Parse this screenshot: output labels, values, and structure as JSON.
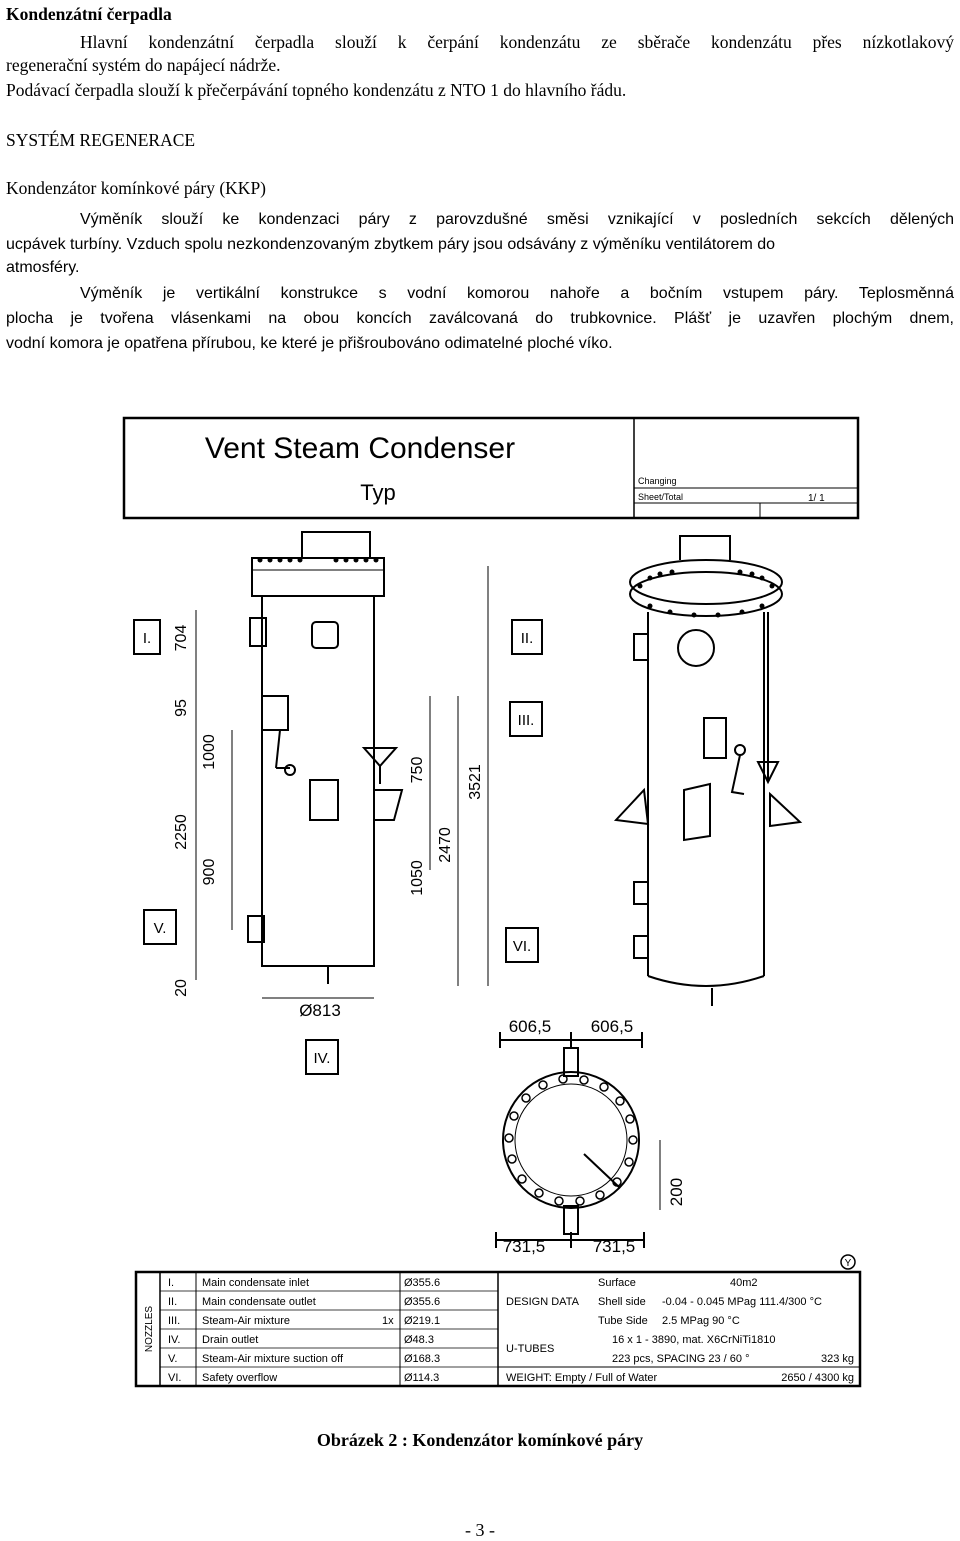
{
  "section1": {
    "heading": "Kondenzátní čerpadla",
    "p1_line1": "Hlavní kondenzátní čerpadla slouží k čerpání kondenzátu ze sběrače kondenzátu přes nízkotlakový",
    "p1_line2": "regenerační systém do napájecí nádrže.",
    "p2": "Podávací čerpadla slouží k přečerpávání topného kondenzátu z NTO 1 do hlavního řádu."
  },
  "section2": {
    "heading": "SYSTÉM REGENERACE",
    "subheading": "Kondenzátor komínkové páry (KKP)",
    "p1_line1": "Výměník slouží ke kondenzaci páry z parovzdušné směsi vznikající v posledních sekcích dělených",
    "p1_line2": "ucpávek turbíny.",
    "p1_rest1": "Vzduch spolu nezkondenzovaným zbytkem páry jsou odsávány z výměníku ventilátorem do",
    "p1_line3": "atmosféry.",
    "p2_line1": "Výměník je vertikální konstrukce s vodní komorou nahoře a bočním vstupem páry. Teplosměnná",
    "p2_line2": "plocha je tvořena vlásenkami na obou koncích zaválcovaná do trubkovnice. Plášť je uzavřen plochým dnem,",
    "p2_line3": "vodní komora je opatřena přírubou, ke které je přišroubováno odimatelné ploché víko."
  },
  "drawing": {
    "title": "Vent Steam Condenser",
    "subtitle": "Typ",
    "changing_label": "Changing",
    "sheet_label": "Sheet/Total",
    "sheet_value": "1/  1",
    "markers": [
      "I.",
      "II.",
      "III.",
      "IV.",
      "V.",
      "VI."
    ],
    "dims_left": [
      "704",
      "95",
      "1000",
      "2250",
      "900",
      "20"
    ],
    "dims_mid": [
      "750",
      "2470",
      "1050",
      "3521"
    ],
    "diameter": "Ø813",
    "top_dims": [
      "606,5",
      "606,5"
    ],
    "bottom_dims": [
      "731,5",
      "731,5"
    ],
    "side_dim": "200",
    "symbol": "Y",
    "nozzles_label": "NOZZLES",
    "nozzles": [
      {
        "id": "I.",
        "name": "Main condensate inlet",
        "qty": "",
        "size": "Ø355.6"
      },
      {
        "id": "II.",
        "name": "Main condensate outlet",
        "qty": "",
        "size": "Ø355.6"
      },
      {
        "id": "III.",
        "name": "Steam-Air mixture",
        "qty": "1x",
        "size": "Ø219.1"
      },
      {
        "id": "IV.",
        "name": "Drain outlet",
        "qty": "",
        "size": "Ø48.3"
      },
      {
        "id": "V.",
        "name": "Steam-Air mixture suction off",
        "qty": "",
        "size": "Ø168.3"
      },
      {
        "id": "VI.",
        "name": "Safety overflow",
        "qty": "",
        "size": "Ø114.3"
      }
    ],
    "specs": {
      "surface_label": "Surface",
      "surface_value": "40m2",
      "design_label": "DESIGN DATA",
      "shell_label": "Shell side",
      "shell_value": "-0.04 - 0.045 MPag  111.4/300 °C",
      "tube_label": "Tube Side",
      "tube_value": "2.5 MPag  90 °C",
      "utubes_label": "U-TUBES",
      "utubes_value1": "16 x 1 - 3890, mat. X6CrNiTi1810",
      "utubes_value2": "223 pcs, SPACING 23 / 60 °",
      "utubes_weight": "323 kg",
      "weight_label": "WEIGHT: Empty / Full of Water",
      "weight_value": "2650 / 4300 kg"
    }
  },
  "caption": "Obrázek 2 : Kondenzátor komínkové páry",
  "page_number": "- 3 -"
}
